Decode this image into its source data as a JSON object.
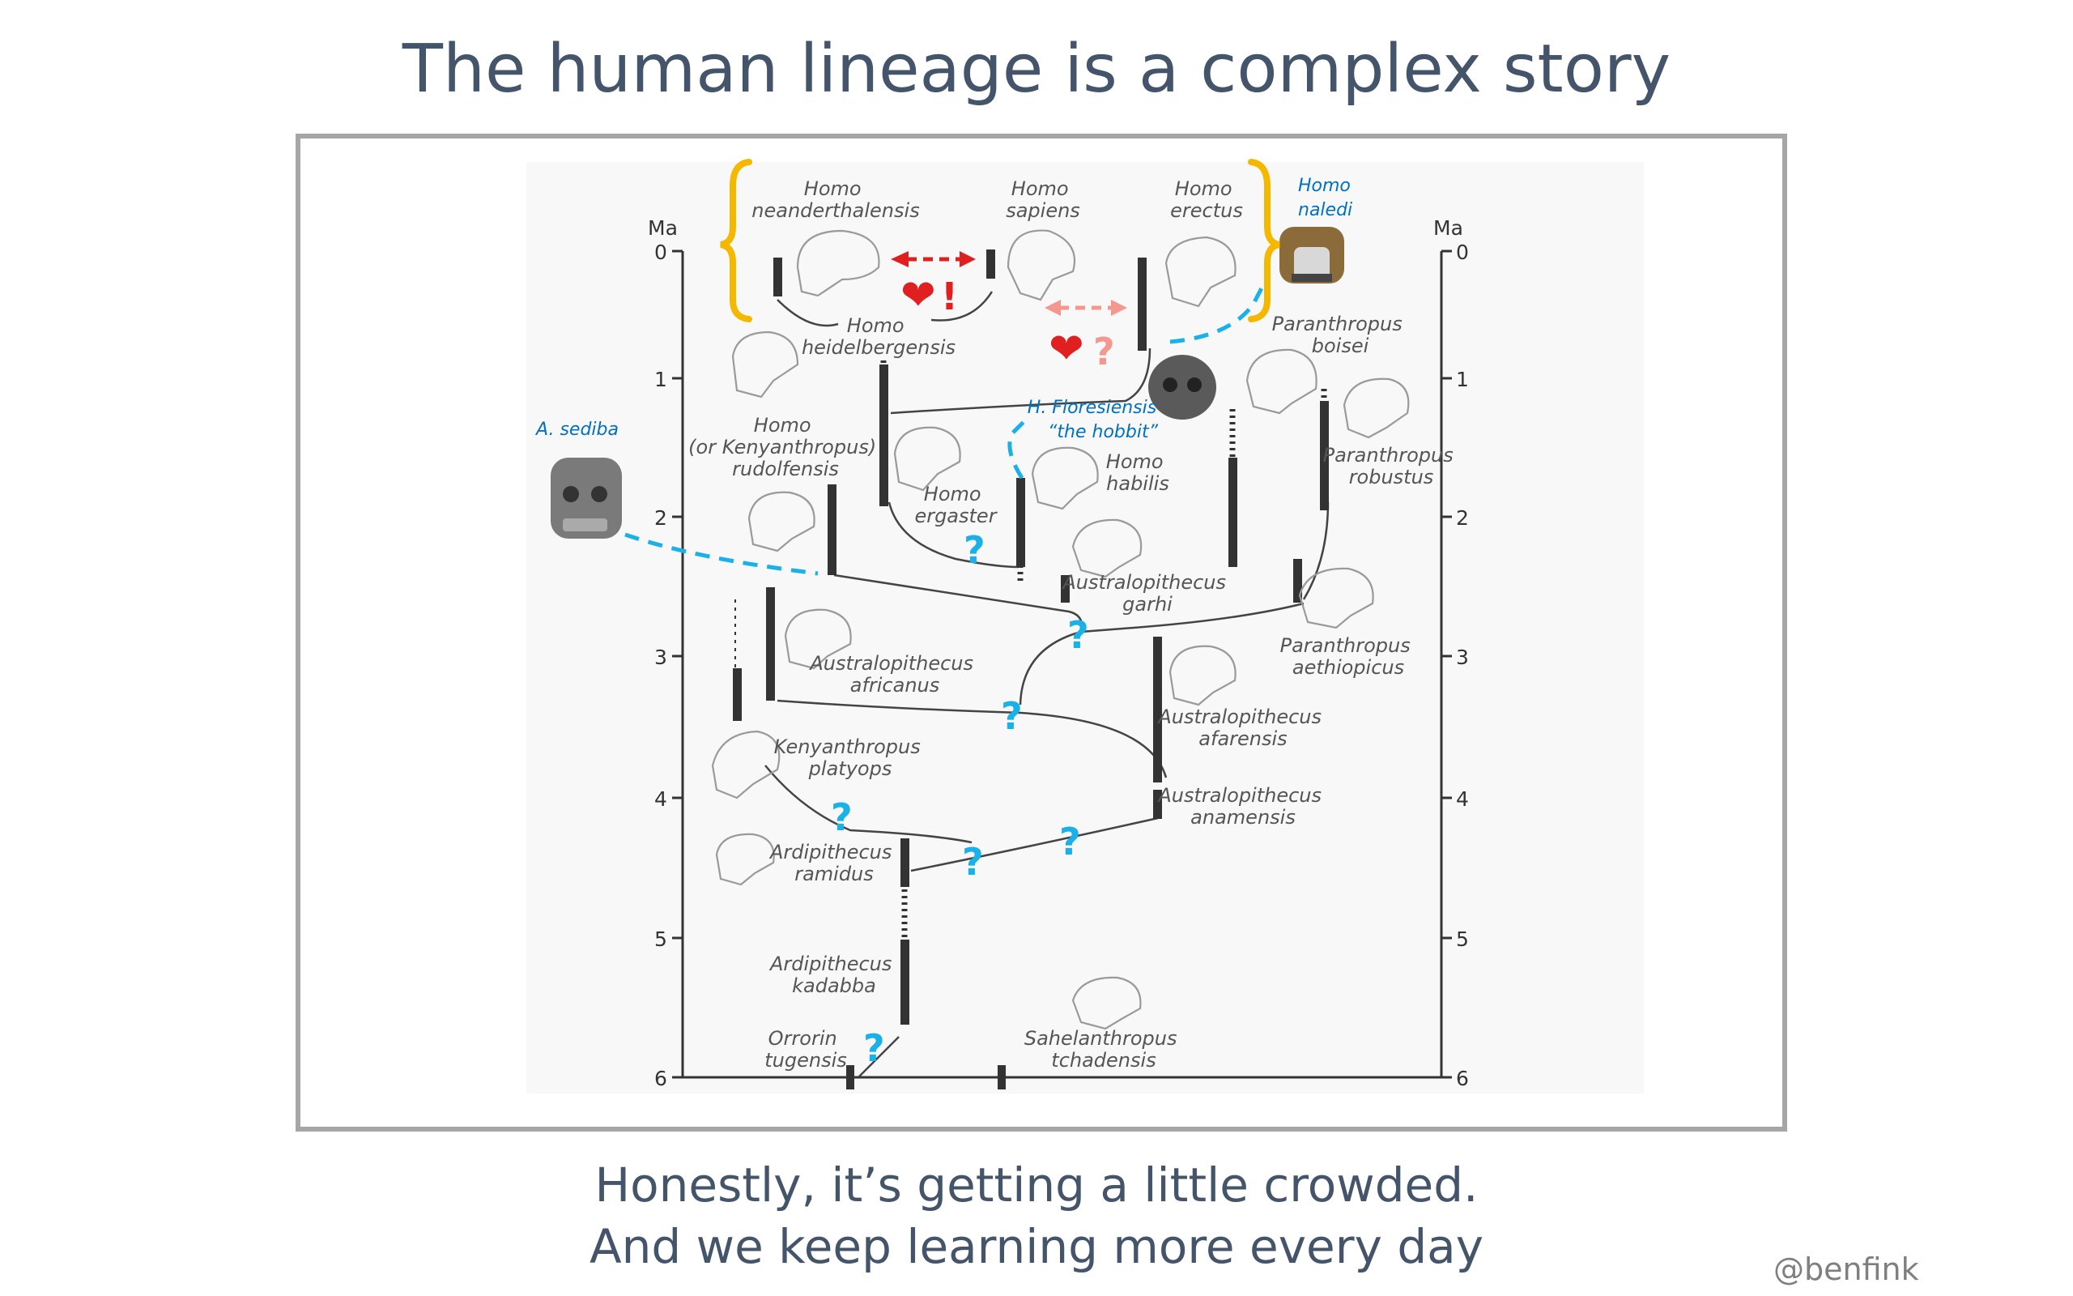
{
  "title": "The human lineage is a complex story",
  "caption": {
    "line1": "Honestly, it’s getting a little crowded.",
    "line2": "And we keep learning more every day"
  },
  "handle": "@benfink",
  "axis": {
    "unit": "Ma",
    "ticks": [
      "0",
      "1",
      "2",
      "3",
      "4",
      "5",
      "6"
    ]
  },
  "species": {
    "neanderthalensis": [
      "Homo",
      "neanderthalensis"
    ],
    "sapiens": [
      "Homo",
      "sapiens"
    ],
    "erectus": [
      "Homo",
      "erectus"
    ],
    "naledi": [
      "Homo",
      "naledi"
    ],
    "heidelbergensis": [
      "Homo",
      "heidelbergensis"
    ],
    "boisei": [
      "Paranthropus",
      "boisei"
    ],
    "floresiensis": [
      "H. Floresiensis",
      "“the hobbit”"
    ],
    "sediba": "A. sediba",
    "rudolfensis": [
      "Homo",
      "(or Kenyanthropus)",
      "rudolfensis"
    ],
    "habilis": [
      "Homo",
      "habilis"
    ],
    "ergaster": [
      "Homo",
      "ergaster"
    ],
    "robustus": [
      "Paranthropus",
      "robustus"
    ],
    "garhi": [
      "Australopithecus",
      "garhi"
    ],
    "aethiopicus": [
      "Paranthropus",
      "aethiopicus"
    ],
    "africanus": [
      "Australopithecus",
      "africanus"
    ],
    "afarensis": [
      "Australopithecus",
      "afarensis"
    ],
    "platyops": [
      "Kenyanthropus",
      "platyops"
    ],
    "anamensis": [
      "Australopithecus",
      "anamensis"
    ],
    "ramidus": [
      "Ardipithecus",
      "ramidus"
    ],
    "kadabba": [
      "Ardipithecus",
      "kadabba"
    ],
    "tugensis": [
      "Orrorin",
      "tugensis"
    ],
    "tchadensis": [
      "Sahelanthropus",
      "tchadensis"
    ]
  },
  "marks": {
    "question": "?",
    "exclaim": "!",
    "heart": "❤"
  },
  "colors": {
    "title": "#44546a",
    "bracket": "#f5b800",
    "dashed_blue": "#1ab0e8",
    "red_arrow": "#e02020",
    "pink_arrow": "#f4978e",
    "frame": "#a6a6a6"
  }
}
